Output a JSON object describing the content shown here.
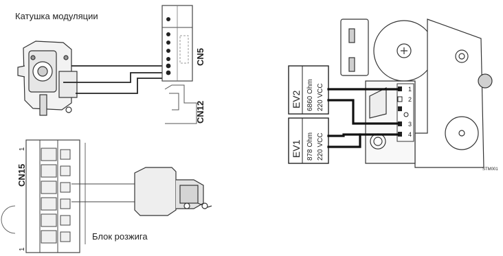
{
  "left_diagram": {
    "modulation_coil_label": "Катушка модуляции",
    "ignition_unit_label": "Блок розжига",
    "connector_cn5": "CN5",
    "connector_cn12": "CN12",
    "connector_cn15": "CN15",
    "cn15_pin_top": "1",
    "cn15_pin_bottom": "1"
  },
  "right_diagram": {
    "ev2_name": "EV2",
    "ev2_resistance": "6860 Ohm",
    "ev2_voltage": "220 VCC",
    "ev1_name": "EV1",
    "ev1_resistance": "878 Ohm",
    "ev1_voltage": "220 VCC",
    "terminal_labels": [
      "1",
      "2",
      "3",
      "4"
    ],
    "drawing_code": "STM001"
  }
}
